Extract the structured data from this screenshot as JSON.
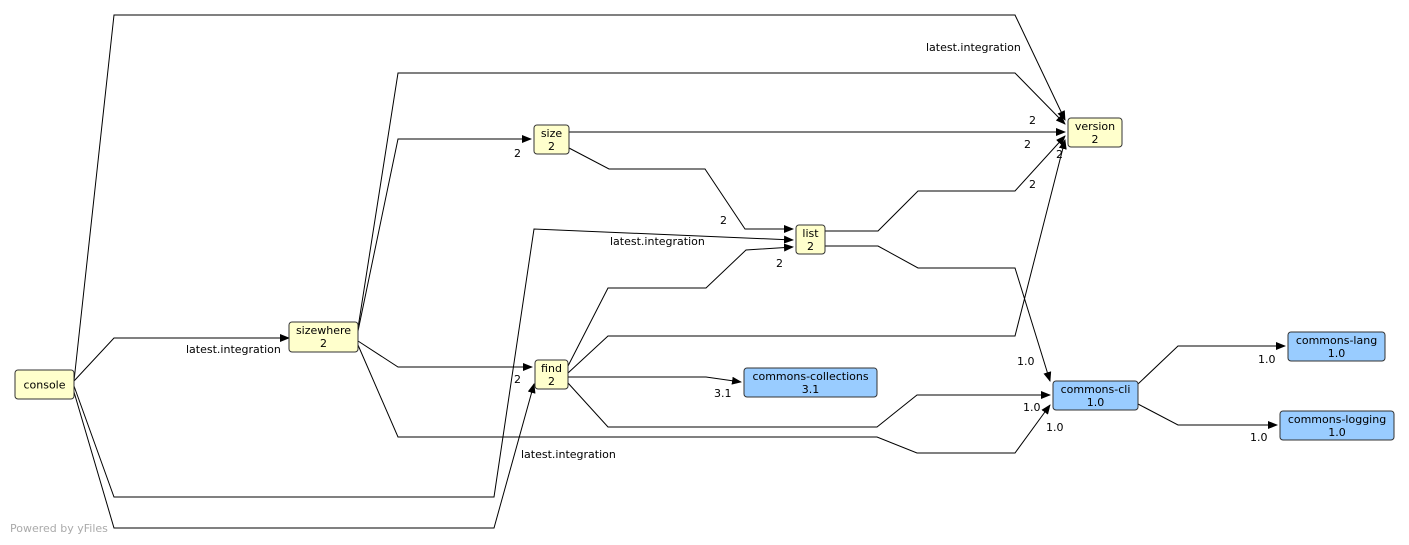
{
  "diagram": {
    "colors": {
      "module_fill": "#ffffcc",
      "library_fill": "#99ccff",
      "border": "#333333",
      "edge": "#000000",
      "footer": "#aaaaaa"
    },
    "nodes": [
      {
        "id": "console",
        "name": "console",
        "version": "",
        "kind": "module"
      },
      {
        "id": "sizewhere",
        "name": "sizewhere",
        "version": "2",
        "kind": "module"
      },
      {
        "id": "size",
        "name": "size",
        "version": "2",
        "kind": "module"
      },
      {
        "id": "find",
        "name": "find",
        "version": "2",
        "kind": "module"
      },
      {
        "id": "list",
        "name": "list",
        "version": "2",
        "kind": "module"
      },
      {
        "id": "version",
        "name": "version",
        "version": "2",
        "kind": "module"
      },
      {
        "id": "commons-collections",
        "name": "commons-collections",
        "version": "3.1",
        "kind": "library"
      },
      {
        "id": "commons-cli",
        "name": "commons-cli",
        "version": "1.0",
        "kind": "library"
      },
      {
        "id": "commons-lang",
        "name": "commons-lang",
        "version": "1.0",
        "kind": "library"
      },
      {
        "id": "commons-logging",
        "name": "commons-logging",
        "version": "1.0",
        "kind": "library"
      }
    ],
    "edges": [
      {
        "id": "console-sizewhere",
        "from": "console",
        "to": "sizewhere",
        "label": "latest.integration"
      },
      {
        "id": "console-version",
        "from": "console",
        "to": "version",
        "label": "latest.integration"
      },
      {
        "id": "console-list",
        "from": "console",
        "to": "list",
        "label": "latest.integration"
      },
      {
        "id": "console-find",
        "from": "console",
        "to": "find",
        "label": "latest.integration"
      },
      {
        "id": "sizewhere-version",
        "from": "sizewhere",
        "to": "version",
        "label": "2"
      },
      {
        "id": "sizewhere-size",
        "from": "sizewhere",
        "to": "size",
        "label": "2"
      },
      {
        "id": "sizewhere-find",
        "from": "sizewhere",
        "to": "find",
        "label": "2"
      },
      {
        "id": "sizewhere-commons-cli",
        "from": "sizewhere",
        "to": "commons-cli",
        "label": "1.0"
      },
      {
        "id": "size-version",
        "from": "size",
        "to": "version",
        "label": "2"
      },
      {
        "id": "size-list",
        "from": "size",
        "to": "list",
        "label": "2"
      },
      {
        "id": "find-list",
        "from": "find",
        "to": "list",
        "label": "2"
      },
      {
        "id": "find-version",
        "from": "find",
        "to": "version",
        "label": "2"
      },
      {
        "id": "find-commons-collections",
        "from": "find",
        "to": "commons-collections",
        "label": "3.1"
      },
      {
        "id": "find-commons-cli",
        "from": "find",
        "to": "commons-cli",
        "label": "1.0"
      },
      {
        "id": "list-version",
        "from": "list",
        "to": "version",
        "label": "2"
      },
      {
        "id": "list-commons-cli",
        "from": "list",
        "to": "commons-cli",
        "label": "1.0"
      },
      {
        "id": "commons-cli-commons-lang",
        "from": "commons-cli",
        "to": "commons-lang",
        "label": "1.0"
      },
      {
        "id": "commons-cli-commons-logging",
        "from": "commons-cli",
        "to": "commons-logging",
        "label": "1.0"
      }
    ],
    "footer": "Powered by yFiles"
  }
}
